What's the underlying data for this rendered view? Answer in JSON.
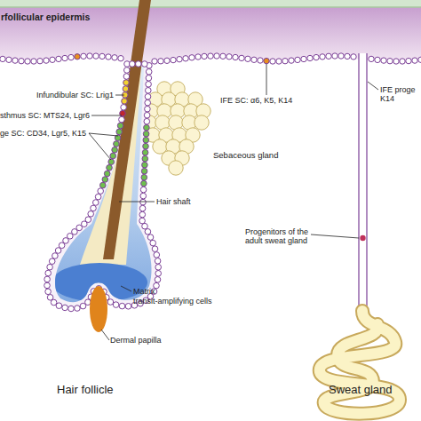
{
  "diagram": {
    "labels": [
      "rfollicular epidermis",
      "Infundibular SC: Lrig1",
      "IFE SC: α6, K5, K14",
      "IFE proge K14",
      "sthmus SC: MTS24, Lgr6",
      "ge SC: CD34, Lgr5, K15",
      "Sebaceous gland",
      "Hair shaft",
      "Progenitors of the adult sweat gland",
      "Matrix",
      "transit-amplifying cells",
      "Dermal papilla",
      "Hair follicle",
      "Sweat gland"
    ]
  }
}
